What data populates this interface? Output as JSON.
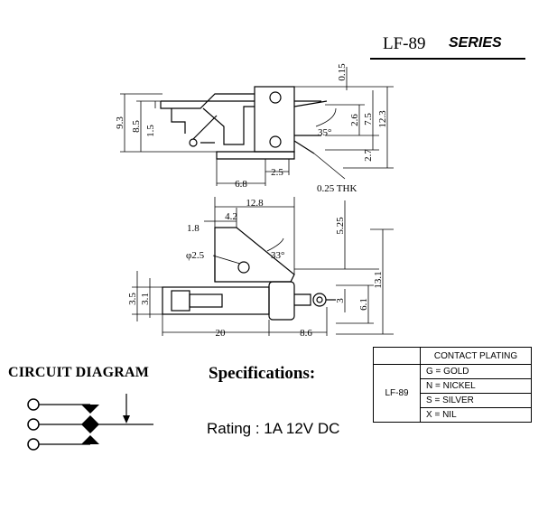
{
  "header": {
    "model": "LF-89",
    "series": "SERIES"
  },
  "top_view": {
    "dims": {
      "d93": "9.3",
      "d85": "8.5",
      "d15": "1.5",
      "d015": "0.15",
      "d26": "2.6",
      "d75": "7.5",
      "d123": "12.3",
      "d27": "2.7",
      "d25": "2.5",
      "d68": "6.8",
      "angle": "35°",
      "thk": "0.25 THK"
    }
  },
  "side_view": {
    "dims": {
      "d128": "12.8",
      "d42": "4.2",
      "d18": "1.8",
      "d525": "5.25",
      "hole": "φ2.5",
      "angle": "33°",
      "d131": "13.1",
      "d35": "3.5",
      "d31": "3.1",
      "d3": "3",
      "d61": "6.1",
      "d20": "20",
      "d86": "8.6"
    }
  },
  "circuit": {
    "title": "CIRCUIT DIAGRAM"
  },
  "specifications": {
    "title": "Specifications:",
    "rating": "Rating : 1A 12V DC"
  },
  "plating_table": {
    "header": "CONTACT PLATING",
    "model": "LF-89",
    "options": [
      "G = GOLD",
      "N = NICKEL",
      "S = SILVER",
      "X = NIL"
    ]
  }
}
